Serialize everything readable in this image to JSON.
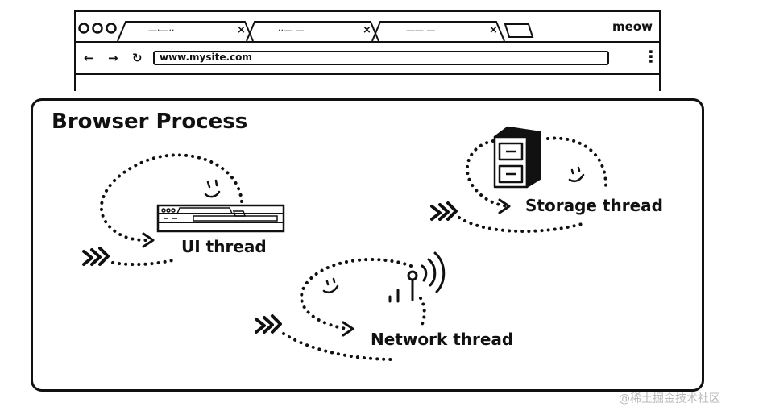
{
  "browser": {
    "brand": "meow",
    "url": "www.mysite.com",
    "tabs": [
      {
        "label": "—·—··"
      },
      {
        "label": "··— —"
      },
      {
        "label": "—— —"
      }
    ],
    "nav": {
      "back": "←",
      "forward": "→",
      "reload": "↻",
      "menu": "⋮"
    },
    "close_glyph": "×"
  },
  "process": {
    "title": "Browser Process",
    "threads": [
      {
        "label": "UI thread"
      },
      {
        "label": "Storage thread"
      },
      {
        "label": "Network thread"
      }
    ]
  },
  "watermark": "@稀土掘金技术社区"
}
